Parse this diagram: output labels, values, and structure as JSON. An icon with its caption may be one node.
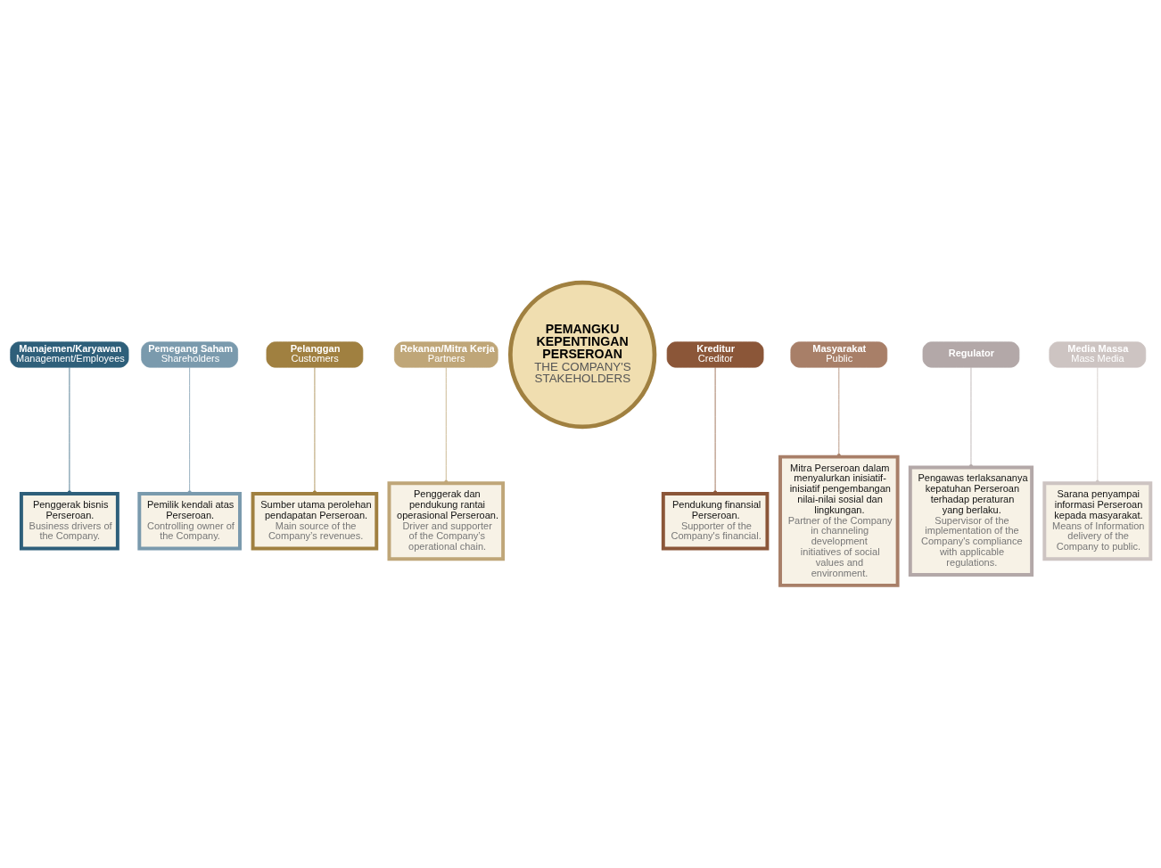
{
  "diagram": {
    "nodes": [
      {
        "text": [
          "PEMANGKU KEPENTINGAN PERSEROAN",
          "THE COMPANY'S STAKEHOLDERS"
        ]
      },
      {
        "text": [
          "Manajemen/Karyawan",
          "Management/Employees"
        ]
      },
      {
        "text": [
          "Penggerak bisnis Perseroan.",
          "Business drivers of the Company."
        ]
      },
      {
        "text": [
          "Pemegang Saham",
          "Shareholders"
        ]
      },
      {
        "text": [
          "Pemilik kendali atas Perseroan.",
          "Controlling owner of the Company."
        ]
      },
      {
        "text": [
          "Pelanggan",
          "Customers"
        ]
      },
      {
        "text": [
          "Sumber utama perolehan pendapatan Perseroan.",
          "Main source of the Company’s revenues."
        ]
      },
      {
        "text": [
          "Rekanan/Mitra Kerja",
          "Partners"
        ]
      },
      {
        "text": [
          "Penggerak dan pendukung rantai operasional Perseroan.",
          "Driver and supporter of the Company’s operational chain."
        ]
      },
      {
        "text": [
          "Kreditur",
          "Creditor"
        ]
      },
      {
        "text": [
          "Pendukung finansial Perseroan.",
          "Supporter of the Company's financial."
        ]
      },
      {
        "text": [
          "Masyarakat",
          "Public"
        ]
      },
      {
        "text": [
          "Mitra Perseroan dalam menyalurkan inisiatif-inisiatif pengembangan nilai-nilai sosial dan lingkungan.",
          "Partner of the Company in channeling development initiatives of social values and environment."
        ]
      },
      {
        "text": [
          "Regulator"
        ]
      },
      {
        "text": [
          "Pengawas terlaksananya kepatuhan Perseroan terhadap peraturan yang berlaku.",
          "Supervisor of the implementation of the Company's compliance with applicable regulations."
        ]
      },
      {
        "text": [
          "Media Massa",
          "Mass Media"
        ]
      },
      {
        "text": [
          "Sarana penyampai informasi Perseroan kepada masyarakat.",
          "Means of Information delivery of the Company to public."
        ]
      }
    ],
    "edges": [
      {
        "from": 1,
        "to": 2,
        "arrow": "other",
        "color": "#2e5f7a"
      },
      {
        "from": 3,
        "to": 4,
        "arrow": "other",
        "color": "#7a9aad"
      },
      {
        "from": 5,
        "to": 6,
        "arrow": "other",
        "color": "#a08040"
      },
      {
        "from": 7,
        "to": 8,
        "arrow": "other",
        "color": "#bfa678"
      },
      {
        "from": 9,
        "to": 10,
        "arrow": "other",
        "color": "#8b5638"
      },
      {
        "from": 11,
        "to": 12,
        "arrow": "other",
        "color": "#a87f68"
      },
      {
        "from": 13,
        "to": 14,
        "arrow": "other",
        "color": "#b3a8a8"
      },
      {
        "from": 15,
        "to": 16,
        "arrow": "other",
        "color": "#cdc4c2"
      }
    ]
  }
}
